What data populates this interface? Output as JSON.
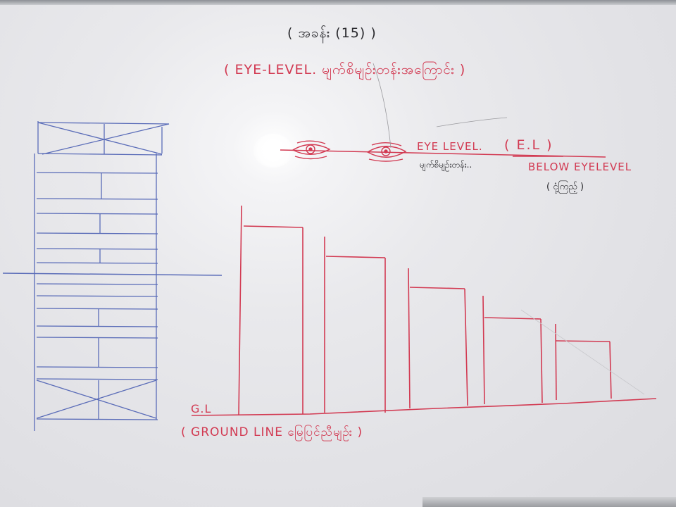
{
  "board": {
    "title": "( အခန်း (15) )",
    "subtitle": "( EYE-LEVEL. မျက်စိမျဉ်းတန်းအကြောင်း )",
    "eye_level_label": "EYE LEVEL.",
    "eye_level_abbr": "( E.L )",
    "eye_level_burmese": "မျက်စိမျဉ်းတန်း..",
    "below_eye_level_label": "BELOW EYELEVEL",
    "below_eye_level_burmese": "( ငုံ့ကြည့် )",
    "ground_line_abbr": "G.L",
    "ground_line_label": "( GROUND LINE မြေပြင်ညီမျဉ်း )"
  },
  "colors": {
    "marker_red": "#d23a52",
    "marker_blue": "#4a5fb0",
    "marker_black": "#2a2a2e",
    "board": "#e6e6e9"
  },
  "icons": [
    "eye-icon",
    "eye-icon"
  ]
}
